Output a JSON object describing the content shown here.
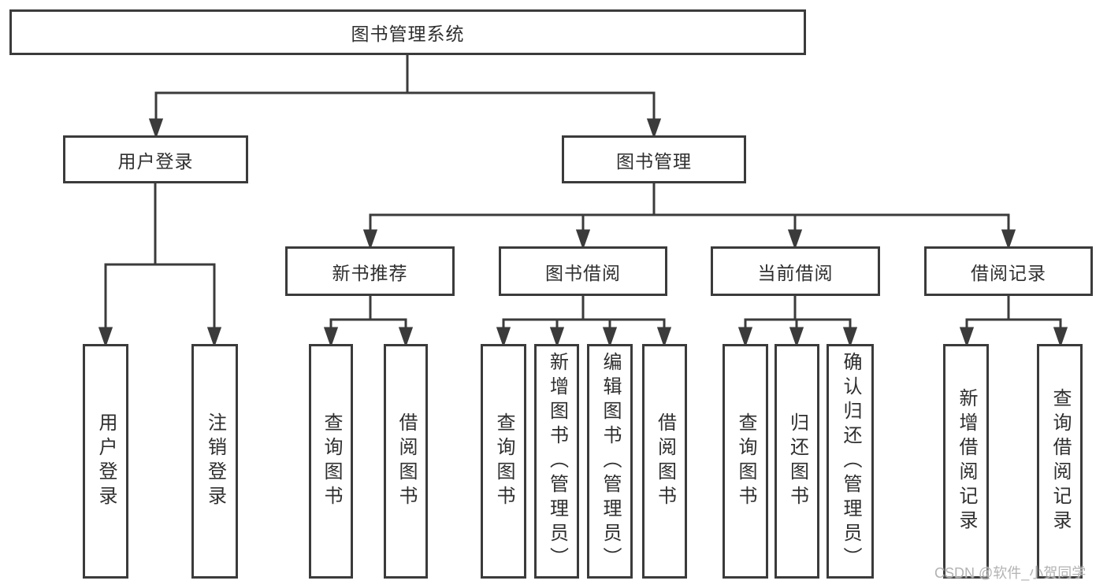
{
  "diagram": {
    "title": "图书管理系统",
    "login": {
      "label": "用户登录",
      "children": [
        {
          "label": "用户登录"
        },
        {
          "label": "注销登录"
        }
      ]
    },
    "management": {
      "label": "图书管理",
      "groups": [
        {
          "label": "新书推荐",
          "children": [
            {
              "label": "查询图书"
            },
            {
              "label": "借阅图书"
            }
          ]
        },
        {
          "label": "图书借阅",
          "children": [
            {
              "label": "查询图书"
            },
            {
              "label": "新增图书（管理员）"
            },
            {
              "label": "编辑图书（管理员）"
            },
            {
              "label": "借阅图书"
            }
          ]
        },
        {
          "label": "当前借阅",
          "children": [
            {
              "label": "查询图书"
            },
            {
              "label": "归还图书"
            },
            {
              "label": "确认归还（管理员）"
            }
          ]
        },
        {
          "label": "借阅记录",
          "children": [
            {
              "label": "新增借阅记录"
            },
            {
              "label": "查询借阅记录"
            }
          ]
        }
      ]
    }
  },
  "watermark": {
    "text": "CSDN @软件_小贺同学"
  },
  "colors": {
    "line": "#3b3b3b",
    "text": "#2f2f2f",
    "background": "#ffffff",
    "watermark": "#b3b3b3"
  }
}
